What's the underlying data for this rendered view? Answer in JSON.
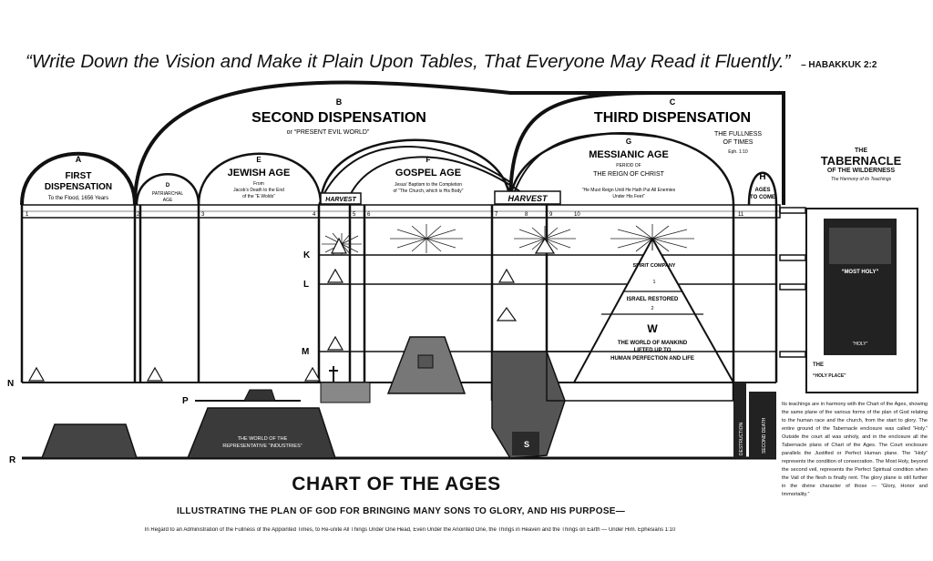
{
  "header": {
    "quote": "“Write Down the Vision and Make it Plain Upon Tables, That Everyone May Read it Fluently.”",
    "reference": "– HABAKKUK 2:2"
  },
  "dispensations": {
    "A": {
      "letter": "A",
      "title_line1": "FIRST",
      "title_line2": "DISPENSATION",
      "sub": "To the Flood, 1656 Years"
    },
    "B": {
      "letter": "B",
      "title": "SECOND DISPENSATION",
      "sub": "or “PRESENT EVIL WORLD”"
    },
    "C": {
      "letter": "C",
      "title": "THIRD DISPENSATION",
      "sub_line1": "THE FULLNESS",
      "sub_line2": "OF TIMES",
      "sub_line3": "Eph. 1:10"
    }
  },
  "ages": {
    "D": {
      "letter": "D",
      "title_line1": "PATRIARCHAL",
      "title_line2": "AGE"
    },
    "E": {
      "letter": "E",
      "title": "JEWISH AGE",
      "sub_line1": "From",
      "sub_line2": "Jacob’s Death to the End",
      "sub_line3": "of the “E Wolds”"
    },
    "F": {
      "letter": "F",
      "title": "GOSPEL AGE",
      "sub_line1": "Jesus’ Baptism to the Completion",
      "sub_line2": "of “The Church, which is His Body”"
    },
    "G": {
      "letter": "G",
      "title": "MESSIANIC AGE",
      "sub_line1": "PERIOD OF",
      "sub_line2": "THE REIGN OF CHRIST",
      "sub_line3": "“He Must Reign Until He Hath Put All Enemies",
      "sub_line4": "Under His Feet”"
    },
    "H": {
      "letter": "H",
      "title_line1": "AGES",
      "title_line2": "TO COME"
    }
  },
  "harvest_label": "HARVEST",
  "column_numbers": [
    "1",
    "2",
    "3",
    "4",
    "5",
    "6",
    "7",
    "8",
    "9",
    "10",
    "11"
  ],
  "plane_labels": [
    "K",
    "L",
    "M",
    "N",
    "P",
    "R"
  ],
  "pyramid": {
    "top": "SPIRIT COMPANY",
    "top_num": "1",
    "middle": "ISRAEL RESTORED",
    "middle_num": "2",
    "letter": "W",
    "base_line1": "THE WORLD OF MANKIND",
    "base_line2": "LIFTED UP TO",
    "base_line3": "HUMAN PERFECTION AND LIFE"
  },
  "lower": {
    "jewish_text_line1": "THE WORLD OF THE",
    "jewish_text_line2": "REPRESENTATIVE “INDUSTRIES”",
    "s_label": "S",
    "v_label_1": "DESTRUCTION",
    "v_label_2": "SECOND DEATH"
  },
  "tabernacle": {
    "label_the": "THE",
    "title": "TABERNACLE",
    "subtitle": "OF THE WILDERNESS",
    "tagline": "The Harmony of its Teachings",
    "most_holy": "“MOST HOLY”",
    "holy": "“HOLY”",
    "the_court": "THE",
    "court": "“HOLY PLACE”",
    "text": "Its teachings are in harmony with the Chart of the Ages, showing the same plane of the various forms of the plan of God relating to the human race and the church, from the start to glory. The entire ground of the Tabernacle enclosure was called “Holy.” Outside the court all was unholy, and in the enclosure all the Tabernacle plans of Chart of the Ages. The Court enclosure parallels the Justified or Perfect Human plane. The “Holy” represents the condition of consecration. The Most Holy, beyond the second veil, represents the Perfect Spiritual condition when the Vail of the flesh is finally rent. The glory plane is still further in the divine character of those — “Glory, Honor and Immortality.”"
  },
  "footer": {
    "title": "CHART OF THE AGES",
    "subtitle": "ILLUSTRATING THE PLAN OF GOD FOR BRINGING MANY SONS TO GLORY, AND HIS PURPOSE—",
    "note": "In Regard to an Administration of the Fullness of the Appointed Times, to Re-unite All Things Under One Head, Even Under the Anointed One, the Things in Heaven and the Things on Earth — Under Him. Ephesians 1:10"
  }
}
